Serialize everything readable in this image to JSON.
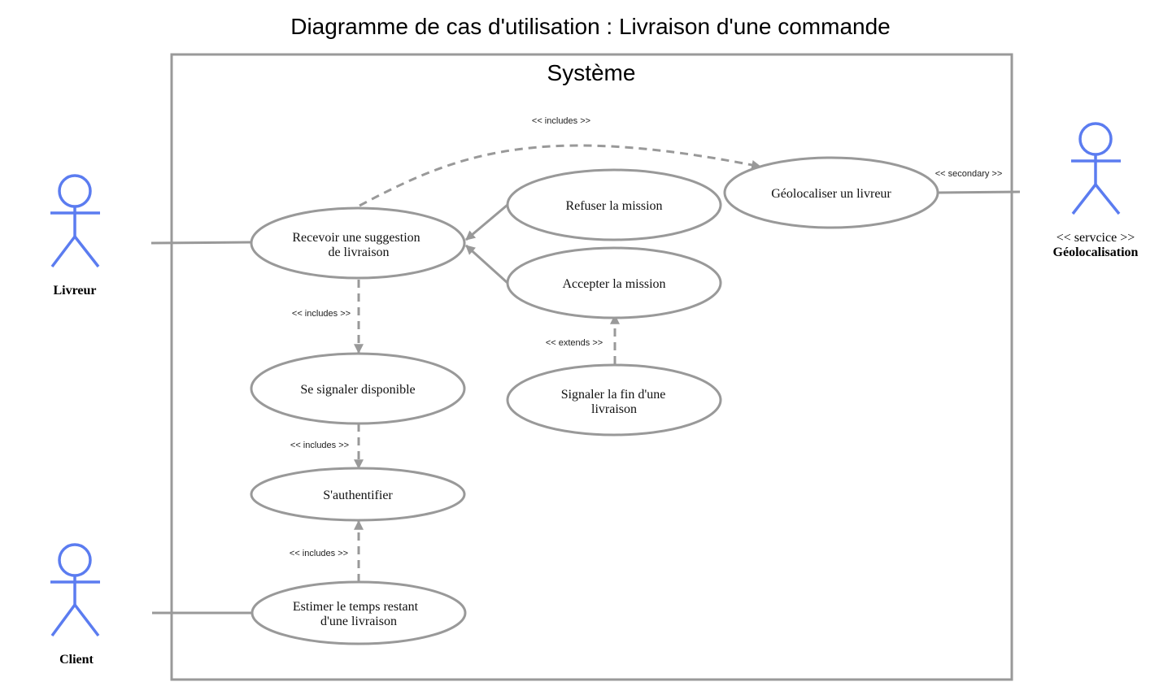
{
  "title": "Diagramme de cas d'utilisation : Livraison d'une commande",
  "system": {
    "label": "Système"
  },
  "actors": {
    "livreur": {
      "label": "Livreur"
    },
    "client": {
      "label": "Client"
    },
    "geoloc": {
      "stereotype": "<< servcice >>",
      "label": "Géolocalisation"
    }
  },
  "use_cases": {
    "recevoir": {
      "line1": "Recevoir une suggestion",
      "line2": "de livraison"
    },
    "refuser": {
      "line1": "Refuser la mission"
    },
    "accepter": {
      "line1": "Accepter la mission"
    },
    "geolocaliser": {
      "line1": "Géolocaliser un livreur"
    },
    "signaler_dispo": {
      "line1": "Se signaler disponible"
    },
    "signaler_fin": {
      "line1": "Signaler la fin d'une",
      "line2": "livraison"
    },
    "authentifier": {
      "line1": "S'authentifier"
    },
    "estimer": {
      "line1": "Estimer le temps restant",
      "line2": "d'une livraison"
    }
  },
  "relations": {
    "includes_geoloc": "<< includes >>",
    "includes_dispo": "<< includes >>",
    "includes_auth": "<< includes >>",
    "includes_estimer": "<< includes >>",
    "extends_fin": "<< extends >>",
    "secondary": "<< secondary >>"
  },
  "colors": {
    "actor": "#5b7cf0",
    "line": "#999999"
  }
}
